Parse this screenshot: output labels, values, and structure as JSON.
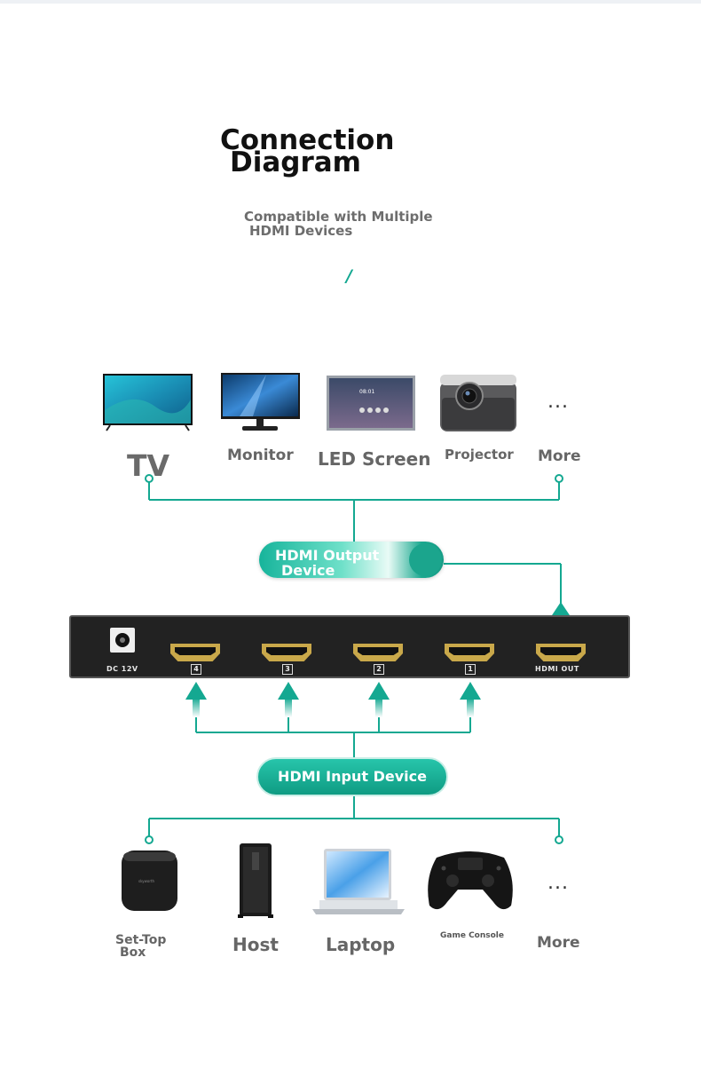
{
  "title": {
    "line1": "Connection",
    "line2": "Diagram"
  },
  "subtitle": {
    "line1": "Compatible with Multiple",
    "line2": "HDMI Devices"
  },
  "divider_glyph": "/",
  "colors": {
    "accent": "#14a891",
    "splitter_body": "#222222",
    "label_gray": "#666666"
  },
  "output_devices": [
    {
      "label": "TV",
      "icon": "tv-icon"
    },
    {
      "label": "Monitor",
      "icon": "monitor-icon"
    },
    {
      "label": "LED Screen",
      "icon": "led-screen-icon"
    },
    {
      "label": "Projector",
      "icon": "projector-icon"
    },
    {
      "label": "More",
      "icon": "more-dots-icon",
      "glyph": "..."
    }
  ],
  "output_pill": {
    "line1": "HDMI Output",
    "line2": "Device"
  },
  "splitter": {
    "power_label": "DC 12V",
    "ports": [
      "4",
      "3",
      "2",
      "1"
    ],
    "out_label": "HDMI OUT"
  },
  "input_pill": {
    "label": "HDMI Input Device"
  },
  "input_devices": [
    {
      "label_line1": "Set-Top",
      "label_line2": "Box",
      "icon": "set-top-box-icon"
    },
    {
      "label": "Host",
      "icon": "host-pc-icon"
    },
    {
      "label": "Laptop",
      "icon": "laptop-icon"
    },
    {
      "label": "Game Console",
      "icon": "game-controller-icon"
    },
    {
      "label": "More",
      "icon": "more-dots-icon",
      "glyph": "..."
    }
  ]
}
